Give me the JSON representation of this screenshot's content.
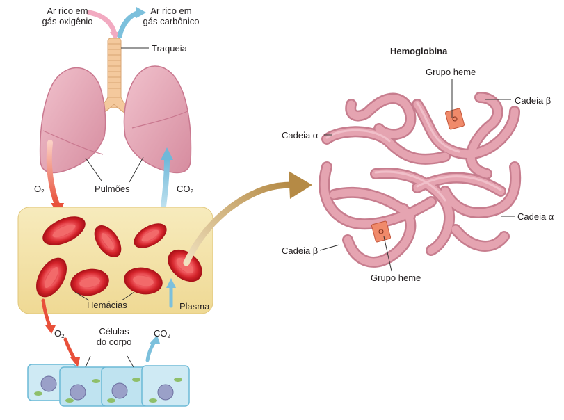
{
  "left": {
    "air_in": [
      "Ar rico em",
      "gás oxigênio"
    ],
    "air_out": [
      "Ar rico em",
      "gás carbônico"
    ],
    "trachea": "Traqueia",
    "lungs": "Pulmões",
    "o2_upper": {
      "base": "O",
      "sub": "2"
    },
    "co2_upper": {
      "base": "CO",
      "sub": "2"
    },
    "red_cells": "Hemácias",
    "plasma": "Plasma",
    "o2_lower": {
      "base": "O",
      "sub": "2"
    },
    "co2_lower": {
      "base": "CO",
      "sub": "2"
    },
    "body_cells": [
      "Células",
      "do corpo"
    ]
  },
  "right": {
    "title": "Hemoglobina",
    "heme_top": "Grupo heme",
    "heme_bottom": "Grupo heme",
    "beta_top": "Cadeia β",
    "alpha_left": "Cadeia α",
    "alpha_right": "Cadeia α",
    "beta_left": "Cadeia β"
  },
  "colors": {
    "lung": "#e7a3b4",
    "lung_shade": "#c9788f",
    "trachea": "#f4c99d",
    "plasma_box": "#f3e2a4",
    "red_cell": "#d3232a",
    "arrow_o2": "#e8503a",
    "arrow_co2": "#7cc0dc",
    "arrow_air_in": "#f2aac1",
    "big_arrow": "#c9a56a",
    "protein": "#e5a4b1",
    "protein_dark": "#c77d8e",
    "heme": "#f08a6a",
    "cell_blue": "#bfe3f0"
  }
}
